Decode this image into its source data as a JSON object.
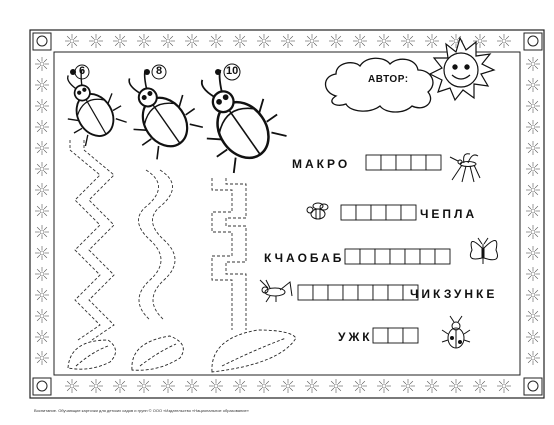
{
  "author_label": "АВТОР:",
  "counts": [
    "6",
    "8",
    "10"
  ],
  "words": [
    {
      "text": "МАКРО",
      "boxes": 5,
      "side": "left",
      "picture": "mosquito-icon"
    },
    {
      "text": "ЧЕПЛА",
      "boxes": 5,
      "side": "right",
      "picture": "bee-icon"
    },
    {
      "text": "КЧАОБАБ",
      "boxes": 7,
      "side": "left",
      "picture": "butterfly-icon"
    },
    {
      "text": "ЧИКЗУНКЕ",
      "boxes": 8,
      "side": "right",
      "picture": "grasshopper-icon"
    },
    {
      "text": "УЖК",
      "boxes": 3,
      "side": "left",
      "picture": "beetle-icon"
    }
  ],
  "footer": "Воспитание. Обучающие карточки для детских садов и групп © ООО «Издательство «Национальное образование»"
}
